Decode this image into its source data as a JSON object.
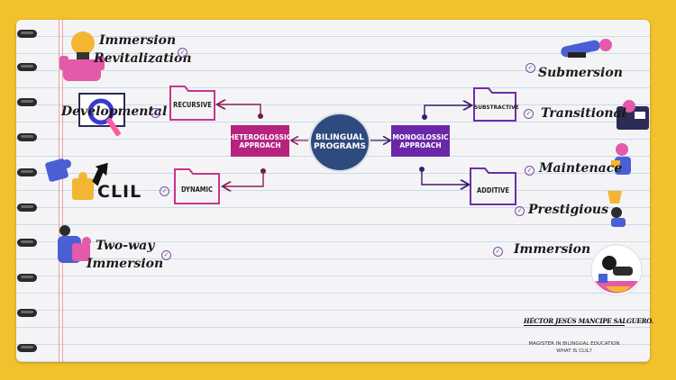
{
  "center": {
    "label": "BILINGUAL\nPROGRAMS"
  },
  "approaches": {
    "heteroglossic": "HETEROGLOSSIC APPROACH",
    "monoglossic": "MONOGLOSSIC APPROACH"
  },
  "folders": {
    "recursive": "RECURSIVE",
    "dynamic": "DYNAMIC",
    "subtractive": "SUBSTRACTIVE",
    "additive": "ADDITIVE"
  },
  "programs_left": {
    "immersion_revitalization": [
      "Immersion",
      "Revitalization"
    ],
    "developmental": "Developmental",
    "clil": "CLIL",
    "two_way_immersion": [
      "Two-way",
      "Immersion"
    ]
  },
  "programs_right": {
    "submersion": "Submersion",
    "transitional": "Transitional",
    "maintenance": "Maintenace",
    "prestigious": "Prestigious",
    "immersion": "Immersion"
  },
  "author": {
    "name": "HÉCTOR JESÚS MANCIPE SALGUERO.",
    "title": "MAGISTER IN BILINGUAL EDUCATION",
    "subtitle": "WHAT IS CLIL?"
  },
  "colors": {
    "background": "#f2c12e",
    "heteroglossic": "#b5237f",
    "monoglossic": "#6a28a8",
    "center": "#2f4a7e",
    "folder_pink": "#c8358c",
    "folder_purple": "#6e2ea6"
  }
}
